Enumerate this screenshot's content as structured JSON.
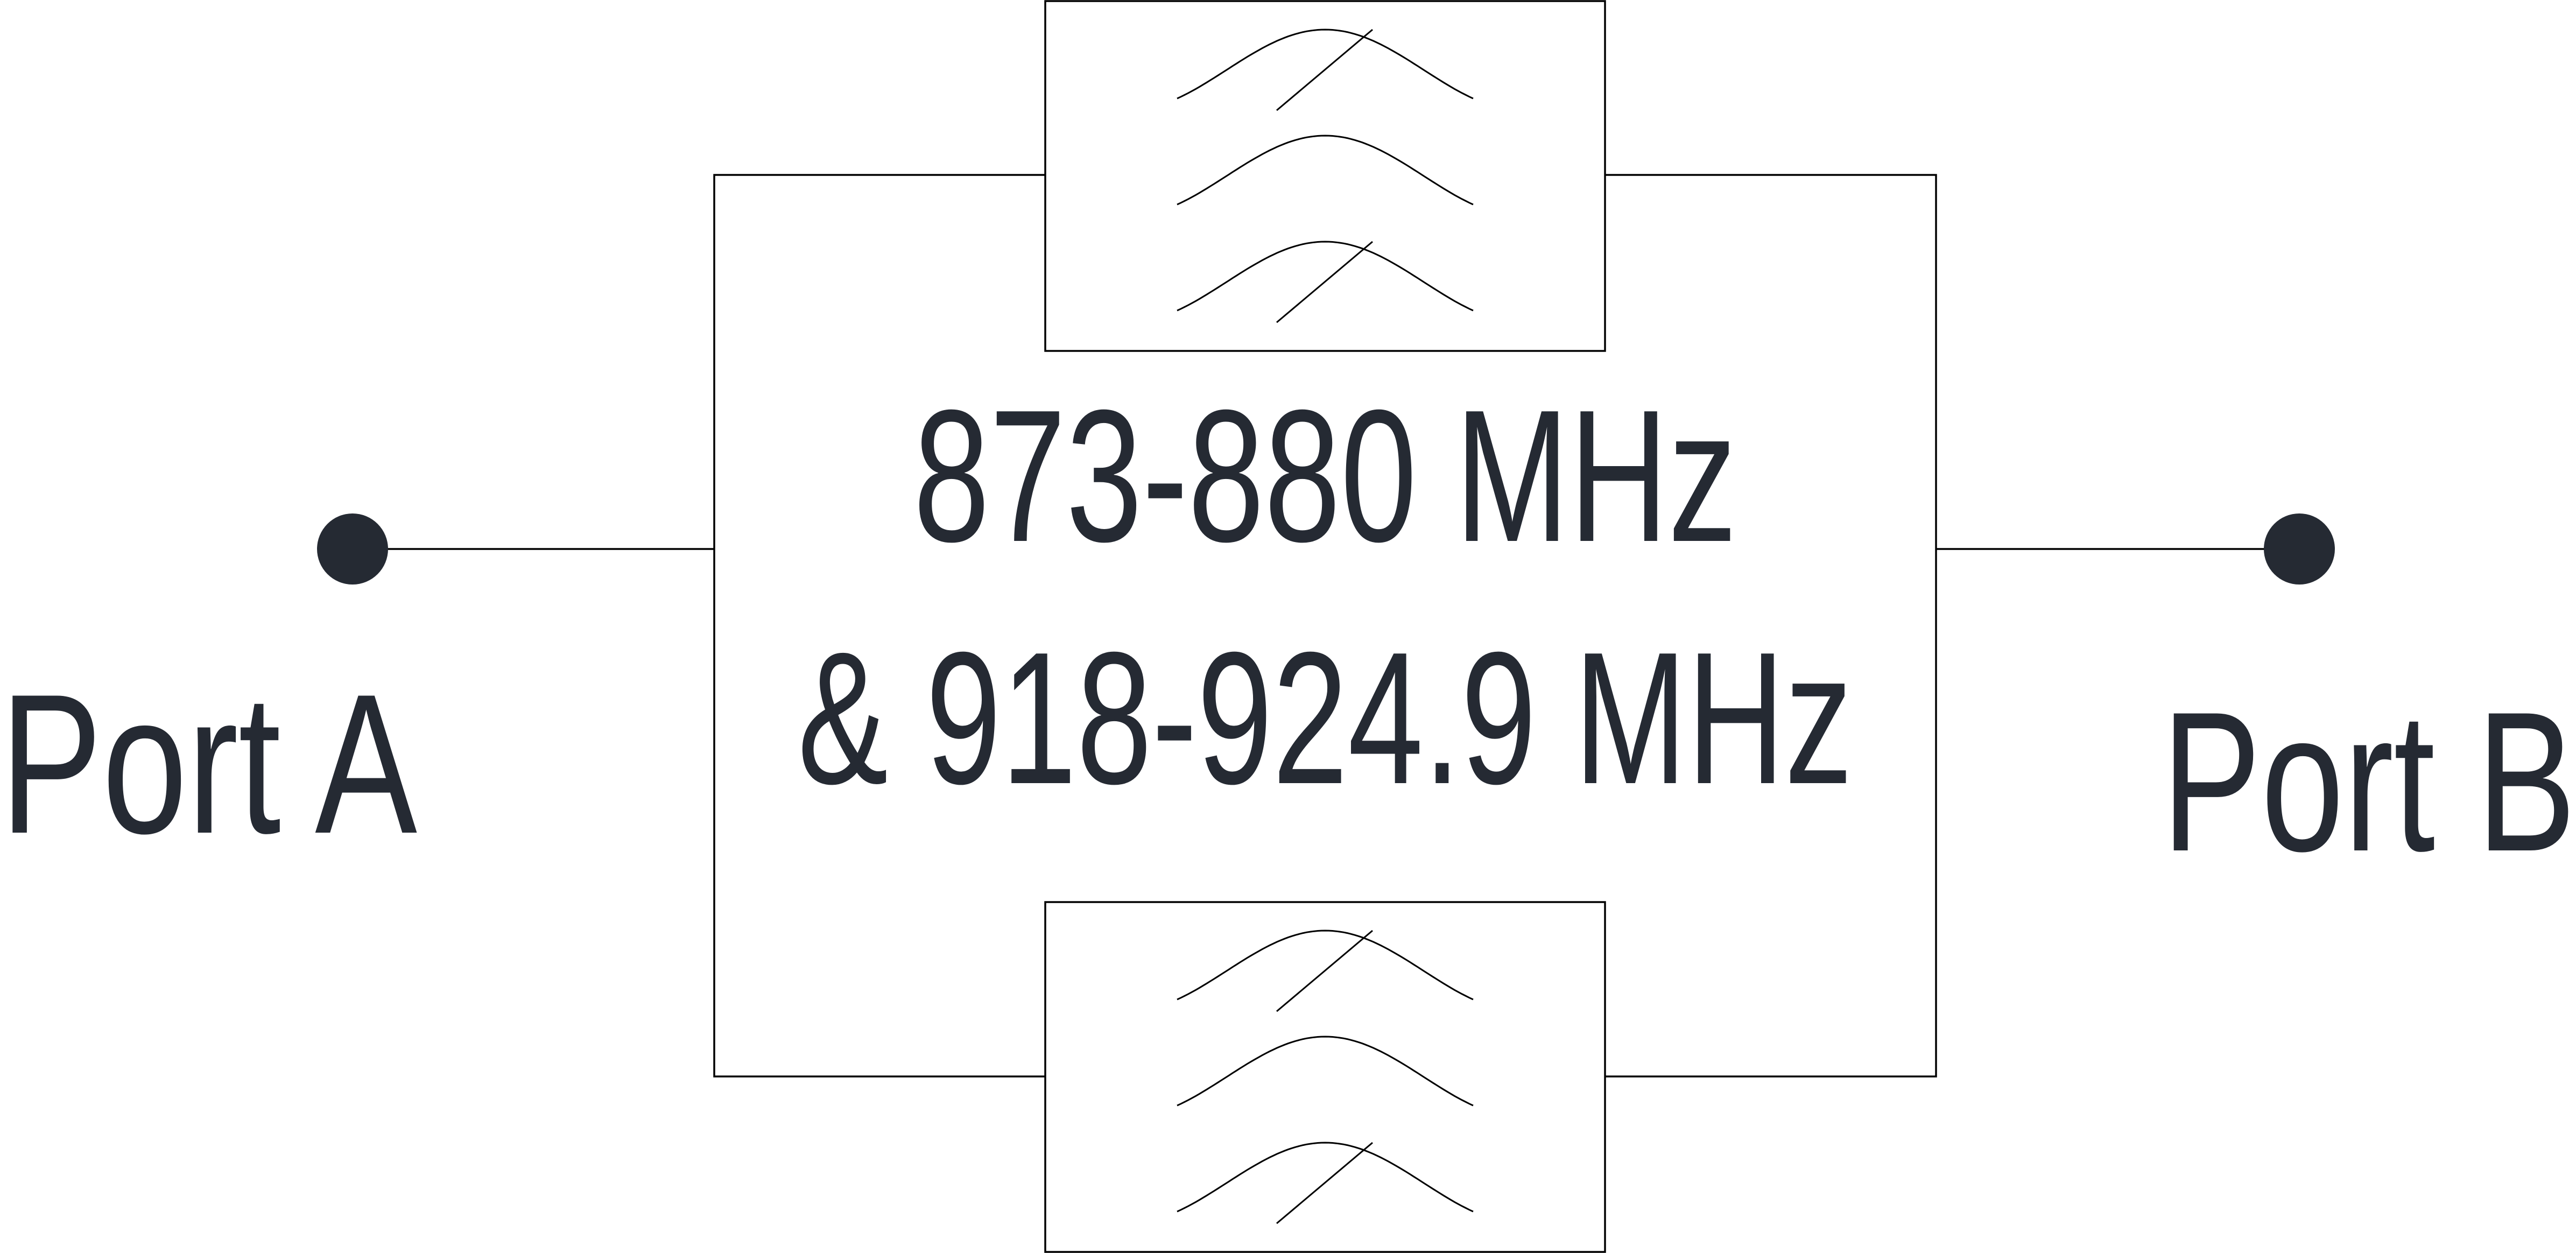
{
  "freq": {
    "line1": "873-880 MHz",
    "line2": "& 918-924.9 MHz"
  },
  "ports": {
    "a": "Port A",
    "b": "Port B"
  },
  "colors": {
    "line": "#000000",
    "text": "#252a33",
    "background": "#ffffff"
  },
  "icons": {
    "filter_symbol": "band-stop-filter-icon",
    "terminal": "port-terminal-dot-icon"
  }
}
